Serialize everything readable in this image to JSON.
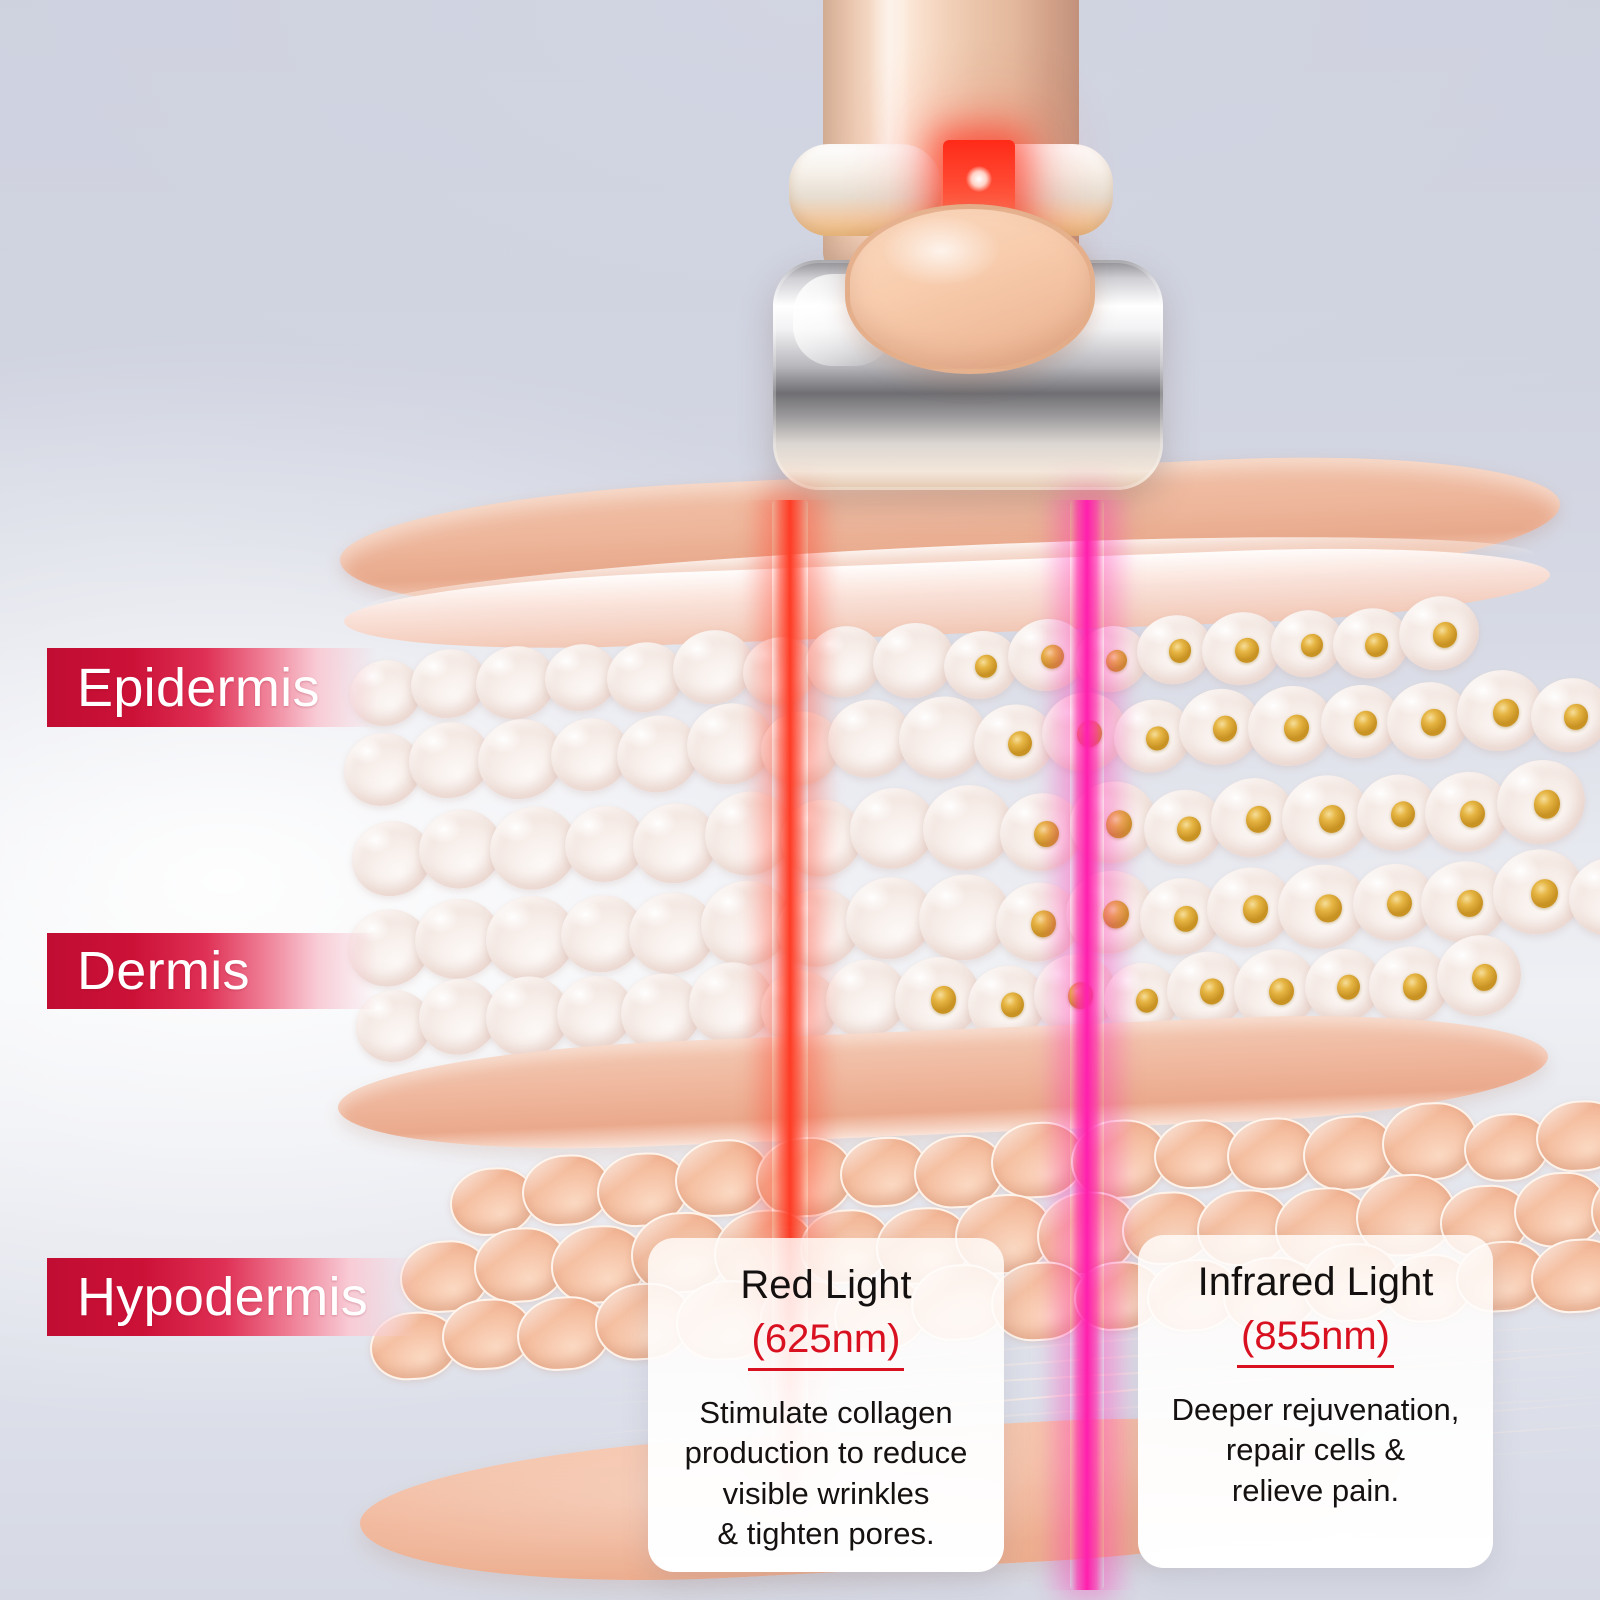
{
  "background": {
    "top_color": "#cdd0de",
    "bottom_color": "#d6d9e4"
  },
  "device": {
    "name": "red-light-therapy-wand",
    "handle_color": "#f0cbb0",
    "head_color": "#c8c8cd",
    "emitter_color": "#ff3b24"
  },
  "beams": [
    {
      "name": "red-light-beam",
      "color": "#ff3b24",
      "wavelength": "625nm"
    },
    {
      "name": "infrared-light-beam",
      "color": "#ff1fae",
      "wavelength": "855nm"
    }
  ],
  "skin_layers": [
    {
      "id": "epidermis",
      "label": "Epidermis",
      "accent": "#c10d33"
    },
    {
      "id": "dermis",
      "label": "Dermis",
      "accent": "#c10d33"
    },
    {
      "id": "hypodermis",
      "label": "Hypodermis",
      "accent": "#c10d33"
    }
  ],
  "cards": [
    {
      "id": "red-light",
      "title": "Red Light",
      "wavelength": "(625nm)",
      "description": "Stimulate collagen\nproduction to reduce\nvisible wrinkles\n& tighten pores.",
      "accent": "#d81020"
    },
    {
      "id": "infrared-light",
      "title": "Infrared Light",
      "wavelength": "(855nm)",
      "description": "Deeper rejuvenation,\nrepair cells &\nrelieve pain.",
      "accent": "#d81020"
    }
  ]
}
